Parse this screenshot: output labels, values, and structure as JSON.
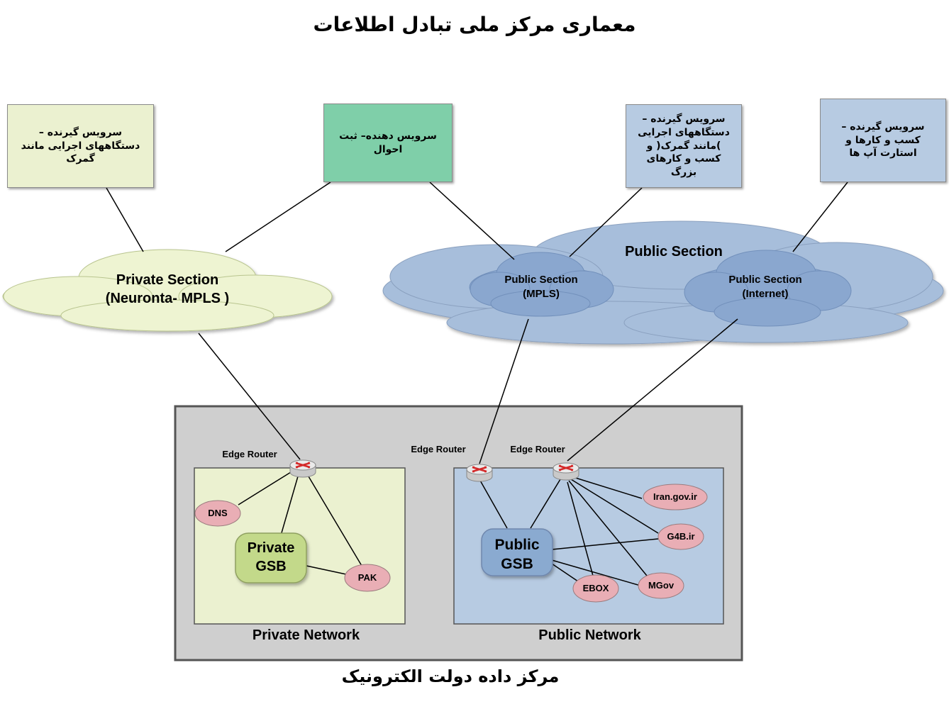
{
  "title": "معماری  مرکز ملی تبادل اطلاعات",
  "footer": "مرکز داده دولت الکترونیک",
  "boxes": {
    "customs_consumer": "سرویس گیرنده  –\nدستگاههای اجرایی مانند\nگمرک",
    "registry_provider": "سرویس دهنده– ثبت\nاحوال",
    "gov_business_consumer": "سرویس گیرنده  –\nدستگاههای اجرایی\n)مانند گمرک( و\nکسب و کارهای بزرگ",
    "startup_consumer": "سرویس گیرنده  –\nکسب و کارها و\nاستارت آپ ها"
  },
  "clouds": {
    "private_section": "Private Section\n(Neuronta- MPLS )",
    "public_section": "Public Section",
    "public_mpls": "Public Section\n(MPLS)",
    "public_internet": "Public Section\n(Internet)"
  },
  "routers": {
    "private_edge": "Edge Router",
    "public_mpls_edge": "Edge Router",
    "public_internet_edge": "Edge Router"
  },
  "networks": {
    "private": "Private Network",
    "public": "Public Network"
  },
  "nodes": {
    "private_gsb": "Private\nGSB",
    "public_gsb": "Public\nGSB",
    "dns": "DNS",
    "pak": "PAK",
    "iran_gov": "Iran.gov.ir",
    "g4b": "G4B.ir",
    "ebox": "EBOX",
    "mgov": "MGov"
  },
  "colors": {
    "private_fill": "#ebf1d0",
    "public_fill": "#b7cbe2",
    "cloud_private": "#eef4d2",
    "cloud_public": "#a7bedb",
    "cloud_inner": "#8aa7cf",
    "registry_box": "#7fcfa9",
    "datacenter": "#cfcfcf",
    "node_pink": "#e9aeb5",
    "gsb_green": "#c3d98a",
    "gsb_blue": "#8aaad0",
    "router_arrow": "#d42a2a"
  }
}
